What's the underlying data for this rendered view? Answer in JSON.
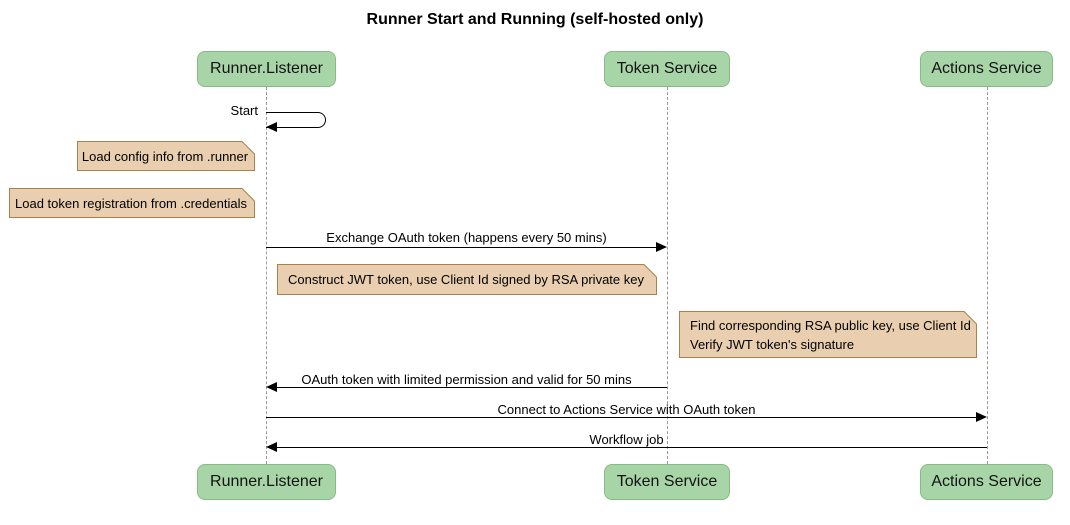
{
  "title": "Runner Start and Running (self-hosted only)",
  "diagram_type": "sequence",
  "participants": [
    {
      "id": "runner-listener",
      "label": "Runner.Listener"
    },
    {
      "id": "token-service",
      "label": "Token Service"
    },
    {
      "id": "actions-service",
      "label": "Actions Service"
    }
  ],
  "messages": [
    {
      "type": "self",
      "from": "Runner.Listener",
      "label": "Start"
    },
    {
      "type": "note",
      "position": "left of Runner.Listener",
      "text": "Load config info from .runner"
    },
    {
      "type": "note",
      "position": "left of Runner.Listener",
      "text": "Load token registration from .credentials"
    },
    {
      "type": "arrow",
      "from": "Runner.Listener",
      "to": "Token Service",
      "label": "Exchange OAuth token (happens every 50 mins)"
    },
    {
      "type": "note",
      "position": "over Runner.Listener and Token Service",
      "text": "Construct JWT token, use Client Id signed by RSA private key"
    },
    {
      "type": "note",
      "position": "left of Actions Service",
      "lines": [
        "Find corresponding RSA public key, use Client Id",
        "Verify JWT token's signature"
      ]
    },
    {
      "type": "arrow",
      "from": "Token Service",
      "to": "Runner.Listener",
      "label": "OAuth token with limited permission and valid for 50 mins"
    },
    {
      "type": "arrow",
      "from": "Runner.Listener",
      "to": "Actions Service",
      "label": "Connect to Actions Service with OAuth token"
    },
    {
      "type": "arrow",
      "from": "Actions Service",
      "to": "Runner.Listener",
      "label": "Workflow job"
    }
  ],
  "colors": {
    "background": "#FFFFFF",
    "participant_fill": "#A8D5A8",
    "participant_border": "#86BB86",
    "note_fill": "#E9CFAF",
    "note_border": "#A8824D",
    "lifeline": "#999999",
    "arrow": "#000000",
    "text": "#1A1A1A"
  }
}
